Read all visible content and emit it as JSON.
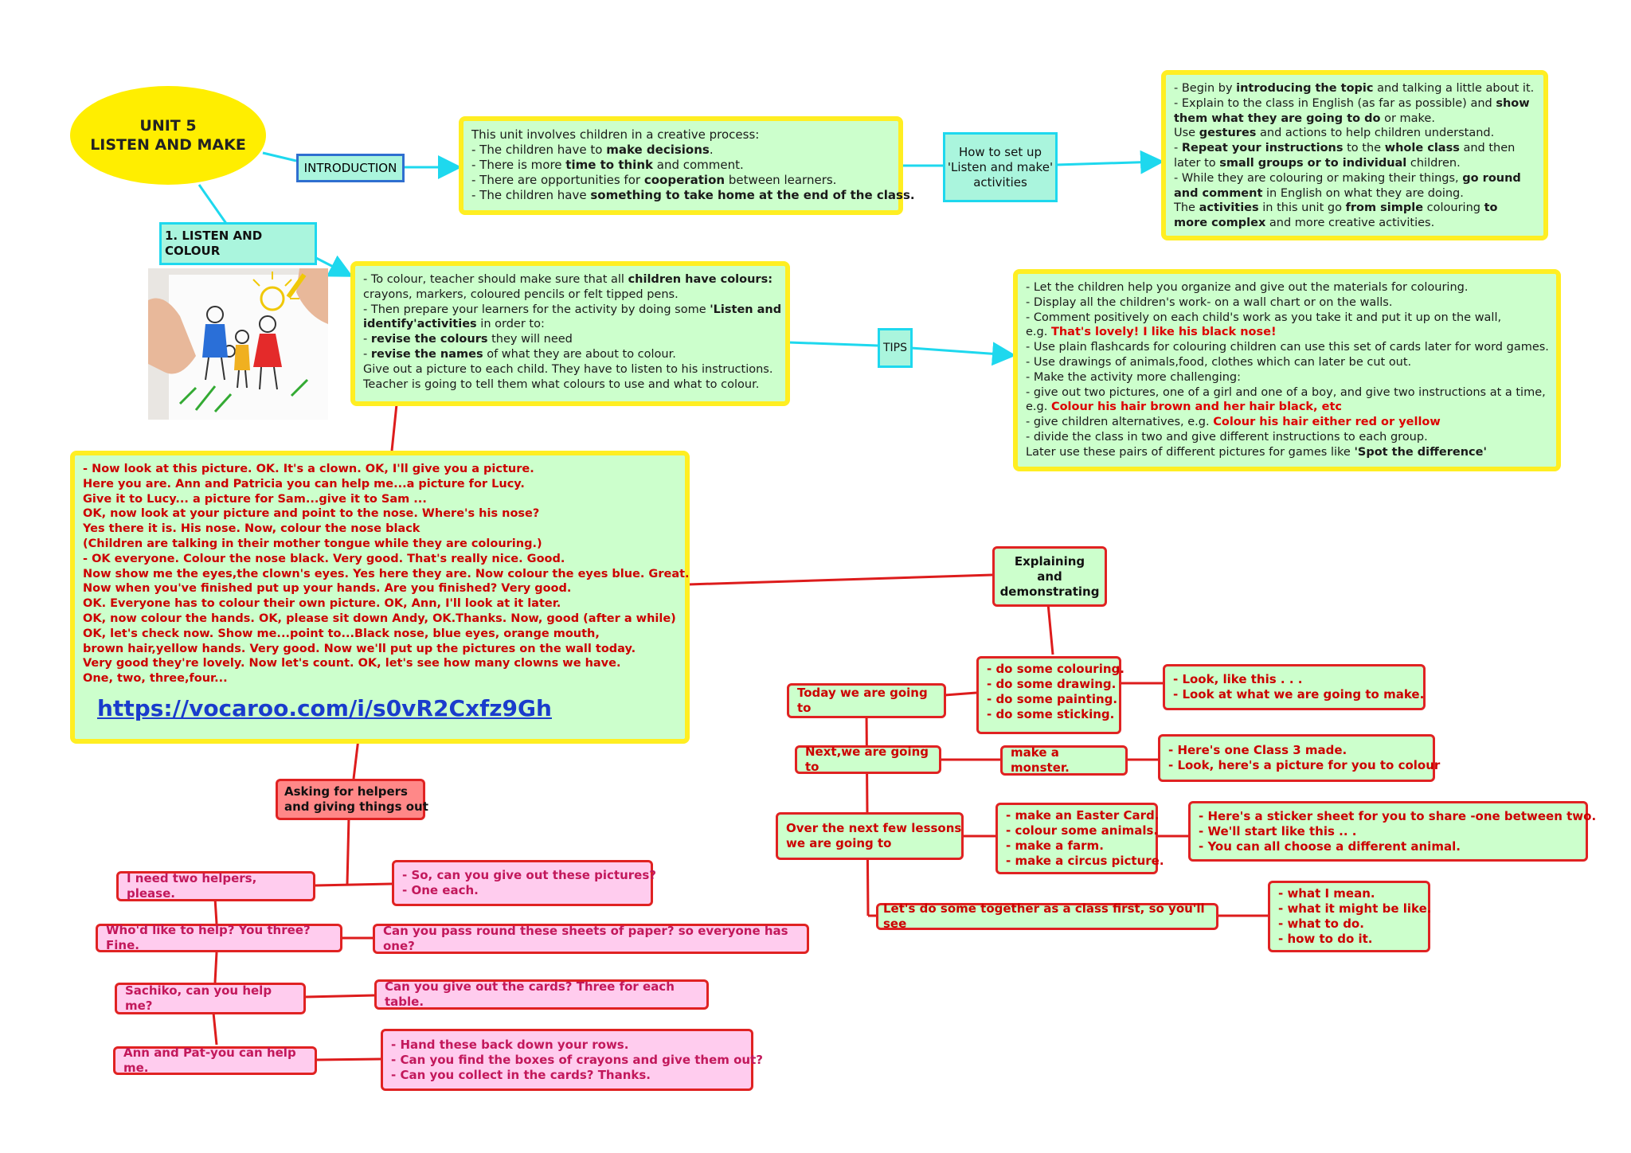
{
  "unit": {
    "line1": "UNIT 5",
    "line2": "LISTEN AND MAKE"
  },
  "introduction_label": "INTRODUCTION",
  "intro_box": {
    "l1": "This unit involves children in a creative process:",
    "l2a": "- The children have to ",
    "l2b": "make decisions",
    "l2c": ".",
    "l3a": "- There is more ",
    "l3b": "time to think",
    "l3c": " and comment.",
    "l4a": "- There are opportunities for ",
    "l4b": "cooperation",
    "l4c": " between learners.",
    "l5a": "- The children have ",
    "l5b": "something to take home at the end of the class."
  },
  "setup": {
    "l1": "How to set up",
    "l2": "'Listen and make'",
    "l3": "activities"
  },
  "begin_box": {
    "l1a": "- Begin by ",
    "l1b": "introducing the topic",
    "l1c": " and talking a little about it.",
    "l2a": "- Explain to the class in English (as far as possible) and ",
    "l2b": "show",
    "l3a": "them what they are going to do",
    "l3b": " or make.",
    "l4a": "Use ",
    "l4b": "gestures",
    "l4c": " and actions to help children understand.",
    "l5a": "- ",
    "l5b": "Repeat your instructions",
    "l5c": " to the ",
    "l5d": "whole class",
    "l5e": " and then",
    "l6a": "later to ",
    "l6b": "small groups or to individual",
    "l6c": " children.",
    "l7a": "- While they are colouring or making their things, ",
    "l7b": "go round",
    "l8a": "and comment",
    "l8b": " in English on what they are doing.",
    "l9a": "The ",
    "l9b": "activities",
    "l9c": " in this unit go ",
    "l9d": "from simple",
    "l9e": " colouring ",
    "l9f": "to",
    "l10a": "more complex",
    "l10b": " and more creative activities."
  },
  "listen_colour_label": "1. LISTEN AND COLOUR",
  "colour_box": {
    "l1a": "- To colour, teacher should make sure that all ",
    "l1b": "children have colours:",
    "l2": "crayons, markers, coloured pencils or felt tipped pens.",
    "l3a": "- Then prepare your learners for the activity by doing some ",
    "l3b": "'Listen and",
    "l4a": "identify'activities",
    "l4b": " in order to:",
    "l5a": "- ",
    "l5b": "revise the colours",
    "l5c": " they will need",
    "l6a": "- ",
    "l6b": "revise the names",
    "l6c": " of what they are about to colour.",
    "l7": "Give out a picture to each child. They have to listen to his instructions.",
    "l8": "Teacher is going to tell them what colours to use and what to colour."
  },
  "tips_label": "TIPS",
  "tips_box": {
    "l1": "- Let the children help you organize and give out the materials for colouring.",
    "l2": "- Display all the children's work- on a wall chart or on the walls.",
    "l3": "- Comment positively on each child's work as you take it and put it up on the wall,",
    "l4a": "e.g. ",
    "l4b": "That's lovely! I like his black nose!",
    "l5": "- Use plain flashcards for colouring children can use this set of cards later for word games.",
    "l6": "- Use drawings of animals,food, clothes which can later be cut out.",
    "l7": "- Make the activity more challenging:",
    "l8": "- give out two pictures, one of a girl and one of a boy, and give two instructions at a time,",
    "l9a": "e.g. ",
    "l9b": "Colour his hair brown and her hair black, etc",
    "l10a": "- give children alternatives, e.g. ",
    "l10b": "Colour his hair either red or yellow",
    "l11": "- divide the class in two and give different instructions to each group.",
    "l12a": "Later use these pairs of different pictures for games like ",
    "l12b": "'Spot the difference'"
  },
  "clown_box": {
    "lines": [
      "- Now look at this picture. OK. It's a clown. OK, I'll give you a picture.",
      "Here you are. Ann and Patricia you can help me...a picture for Lucy.",
      "Give it to Lucy... a picture for Sam...give it to Sam ...",
      "OK, now look at your picture and point to the nose. Where's his nose?",
      "Yes there it is. His nose. Now, colour the nose black",
      "(Children are talking in their mother tongue while they are colouring.)",
      "- OK everyone. Colour the nose black. Very good. That's really nice. Good.",
      "Now show me the eyes,the clown's eyes. Yes here they are. Now colour the eyes blue. Great.",
      "Now when you've finished put up your hands. Are you finished? Very good.",
      "OK. Everyone has to colour their own picture. OK, Ann, I'll look at it later.",
      "OK, now colour the hands. OK, please sit down Andy, OK.Thanks. Now, good (after a while)",
      "OK, let's check now. Show me...point to...Black nose, blue eyes, orange mouth,",
      "brown hair,yellow hands. Very good. Now we'll put up the pictures on the wall today.",
      "Very good they're lovely. Now let's count. OK, let's see how many clowns we have.",
      "One, two, three,four..."
    ],
    "link": "https://vocaroo.com/i/s0vR2Cxfz9Gh"
  },
  "explain": {
    "l1": "Explaining",
    "l2": "and",
    "l3": "demonstrating"
  },
  "today": "Today we are going to",
  "do_list": [
    "- do some colouring.",
    "- do some drawing.",
    "- do some painting.",
    "- do some sticking."
  ],
  "look_list": [
    "- Look, like this . . .",
    "- Look at what we are going to make."
  ],
  "next": "Next,we are going to",
  "monster": "make a monster.",
  "class3": [
    "- Here's one Class 3 made.",
    "- Look, here's a picture for you to colour"
  ],
  "over": [
    "Over the next few lessons",
    "we are going to"
  ],
  "easter": [
    "- make an Easter Card.",
    "- colour some animals.",
    "- make a farm.",
    "- make a circus picture."
  ],
  "sticker": [
    "- Here's a sticker sheet for you to share -one between two.",
    "- We'll start like this .. .",
    "- You can all choose a different animal."
  ],
  "together": "Let's do some together as a class first, so you'll see",
  "mean": [
    "- what I mean.",
    "- what it might be like.",
    "- what to do.",
    "- how to do it."
  ],
  "asking": [
    "Asking for helpers",
    "and giving things out"
  ],
  "helpers": [
    {
      "ask": "I need two helpers, please.",
      "reply": [
        "- So, can you give out these pictures?",
        "- One each."
      ]
    },
    {
      "ask": "Who'd like to help? You three? Fine.",
      "reply": [
        "Can you pass round these sheets of paper? so everyone has one?"
      ]
    },
    {
      "ask": "Sachiko, can you help me?",
      "reply": [
        "Can you give out the cards? Three for each table."
      ]
    },
    {
      "ask": "Ann and Pat-you can help me.",
      "reply": [
        "- Hand these back down your rows.",
        "- Can you find the boxes of crayons and give them out?",
        "- Can you collect in the cards? Thanks."
      ]
    }
  ],
  "colors": {
    "yellow_border": "#ffee22",
    "green_fill": "#ccffcc",
    "cyan_border": "#1ed8ee",
    "red_border": "#e02222",
    "pink_fill": "#ffccee"
  }
}
